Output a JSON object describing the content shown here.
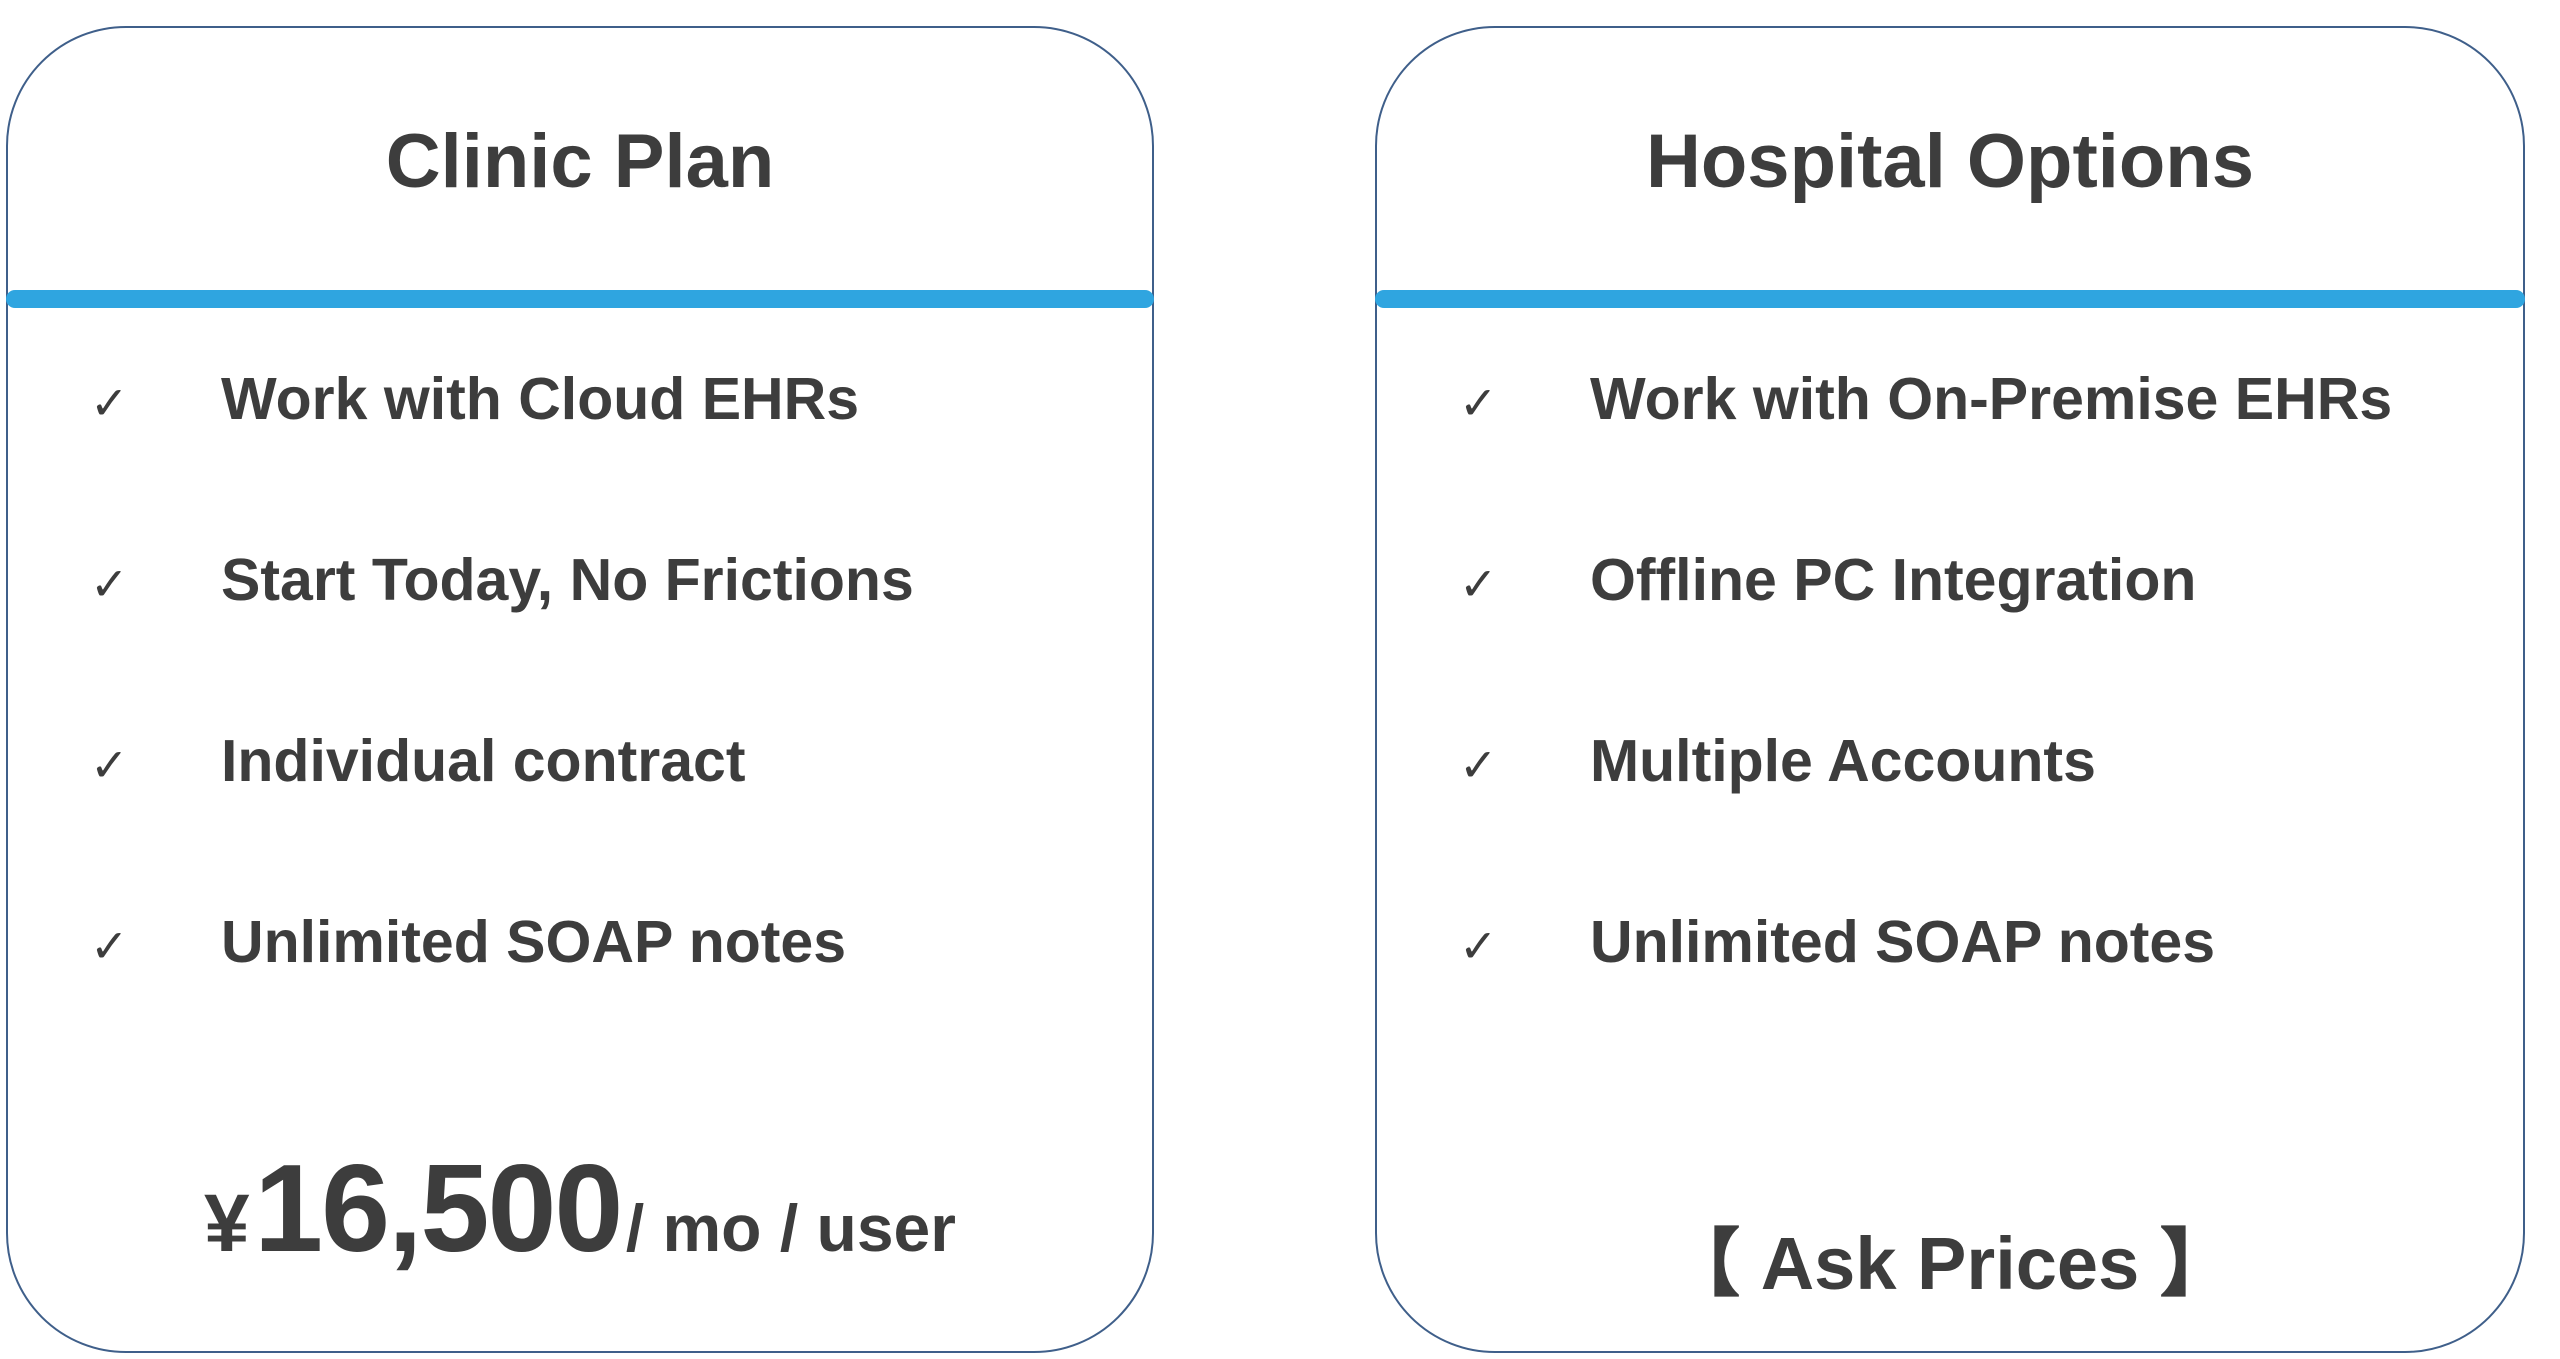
{
  "colors": {
    "border": "#3f5f8a",
    "accent": "#2fa5e0",
    "text": "#3d3d3d"
  },
  "clinic": {
    "title": "Clinic Plan",
    "features": [
      {
        "check": "✓",
        "label": "Work with Cloud EHRs"
      },
      {
        "check": "✓",
        "label": "Start Today, No Frictions"
      },
      {
        "check": "✓",
        "label": "Individual contract"
      },
      {
        "check": "✓",
        "label": "Unlimited SOAP notes"
      }
    ],
    "price": {
      "currency": "¥",
      "amount": "16,500",
      "unit": " / mo / user"
    }
  },
  "hospital": {
    "title": "Hospital Options",
    "features": [
      {
        "check": "✓",
        "label": "Work with On-Premise EHRs"
      },
      {
        "check": "✓",
        "label": "Offline PC Integration"
      },
      {
        "check": "✓",
        "label": "Multiple Accounts"
      },
      {
        "check": "✓",
        "label": "Unlimited SOAP notes"
      }
    ],
    "cta": "【 Ask Prices 】"
  }
}
